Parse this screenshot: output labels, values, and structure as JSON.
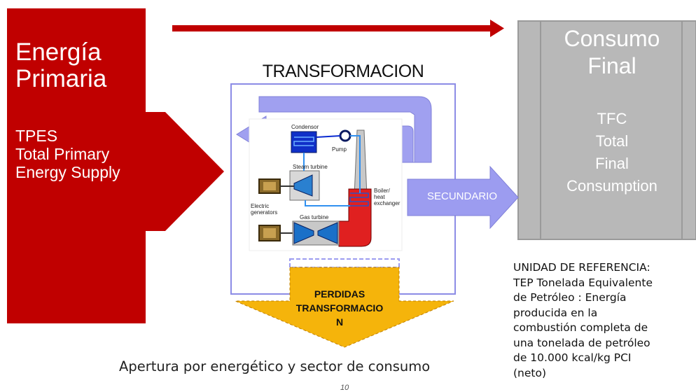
{
  "primary": {
    "title": "Energía\nPrimaria",
    "subtitle": "TPES\nTotal Primary\nEnergy Supply"
  },
  "transformation": {
    "title": "TRANSFORMACION",
    "plant_labels": {
      "condensor": "Condensor",
      "pump": "Pump",
      "steam_turbine": "Steam turbine",
      "electric_generators": "Electric\ngenerators",
      "gas_turbine": "Gas turbine",
      "boiler": "Boiler/\nheat\nexchanger"
    }
  },
  "secondary_label": "SECUNDARIO",
  "losses": "PERDIDAS\nTRANSFORMACIO\nN",
  "final": {
    "title": "Consumo\nFinal",
    "subtitle": "TFC\nTotal\nFinal\nConsumption"
  },
  "reference_note": "UNIDAD DE REFERENCIA:\nTEP Tonelada Equivalente\nde Petróleo :  Energía\nproducida en la\ncombustión completa de\nuna tonelada de petróleo\nde 10.000 kcal/kg PCI\n(neto)",
  "footer": "Apertura por energético y sector de consumo",
  "page_number": "10",
  "colors": {
    "primary_red": "#c00000",
    "arrow_red": "#c00000",
    "final_gray": "#b8b8b8",
    "lavender": "#9c9cf0",
    "losses_yellow": "#f5b40b"
  }
}
